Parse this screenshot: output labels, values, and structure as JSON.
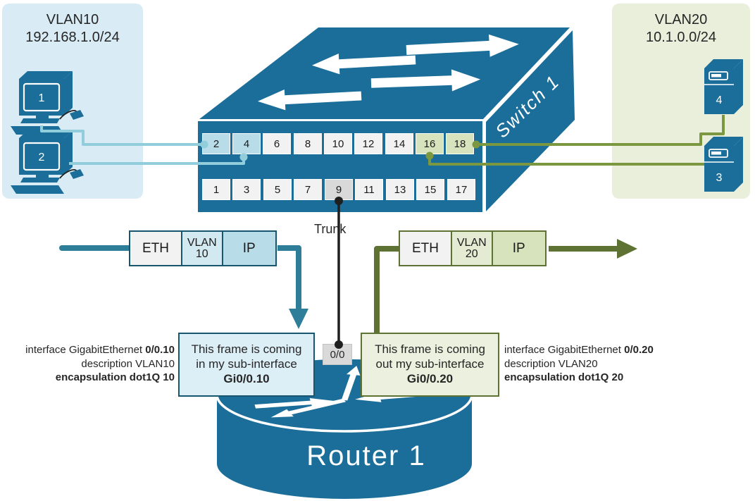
{
  "colors": {
    "device_blue": "#1B6E99",
    "vlan10_panel_bg": "#D9ECF5",
    "vlan20_panel_bg": "#EAEFDC",
    "vlan10_wire": "#92CDDC",
    "vlan20_wire": "#7B9840",
    "flow_teal": "#2E7E99",
    "flow_olive": "#5E7233",
    "port_vlan10": "#B9DCE9",
    "port_vlan20": "#D7E3BD",
    "port_trunk": "#D9D9D9",
    "port_default": "#F2F2F2",
    "trunk_wire": "#1F1F1F"
  },
  "vlan10_panel": {
    "title": "VLAN10",
    "subnet": "192.168.1.0/24",
    "pc1_label": "1",
    "pc2_label": "2"
  },
  "vlan20_panel": {
    "title": "VLAN20",
    "subnet": "10.1.0.0/24",
    "server4_label": "4",
    "server3_label": "3"
  },
  "switch": {
    "label": "Switch 1",
    "ports_top": [
      "2",
      "4",
      "6",
      "8",
      "10",
      "12",
      "14",
      "16",
      "18"
    ],
    "ports_bottom": [
      "1",
      "3",
      "5",
      "7",
      "9",
      "11",
      "13",
      "15",
      "17"
    ],
    "trunk_label": "Trunk"
  },
  "router": {
    "label": "Router 1",
    "port_label": "0/0"
  },
  "frames": {
    "left": {
      "eth": "ETH",
      "vlan_label": "VLAN",
      "vlan_id": "10",
      "ip": "IP"
    },
    "right": {
      "eth": "ETH",
      "vlan_label": "VLAN",
      "vlan_id": "20",
      "ip": "IP"
    }
  },
  "bubbles": {
    "left": {
      "line1": "This frame is coming",
      "line2": "in my sub-interface",
      "line3": "Gi0/0.10"
    },
    "right": {
      "line1": "This frame is coming",
      "line2": "out my sub-interface",
      "line3": "Gi0/0.20"
    }
  },
  "configs": {
    "left": {
      "line1_pre": "interface GigabitEthernet ",
      "line1_bold": "0/0.10",
      "line2": "description VLAN10",
      "line3_bold": "encapsulation dot1Q 10"
    },
    "right": {
      "line1_pre": "interface GigabitEthernet ",
      "line1_bold": "0/0.20",
      "line2": "description VLAN20",
      "line3_bold": "encapsulation dot1Q 20"
    }
  }
}
